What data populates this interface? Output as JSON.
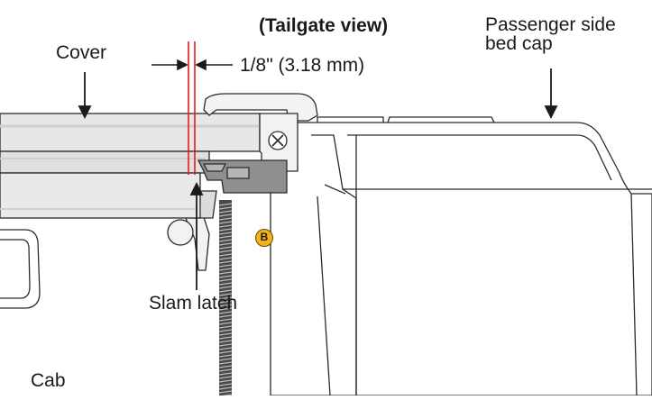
{
  "labels": {
    "view_title": "(Tailgate view)",
    "cover": "Cover",
    "gap": "1/8\" (3.18 mm)",
    "passenger_side_line1": "Passenger side",
    "passenger_side_line2": "bed cap",
    "slam_latch": "Slam latch",
    "cab": "Cab"
  },
  "callouts": {
    "b": "B"
  },
  "colors": {
    "line": "#2b2b2b",
    "cover_fill": "#e7e7e7",
    "cover_shadow": "#cfcfcf",
    "bracket": "#8f8f8f",
    "red_guide": "#e31b23",
    "callout_fill": "#f2b21b"
  }
}
